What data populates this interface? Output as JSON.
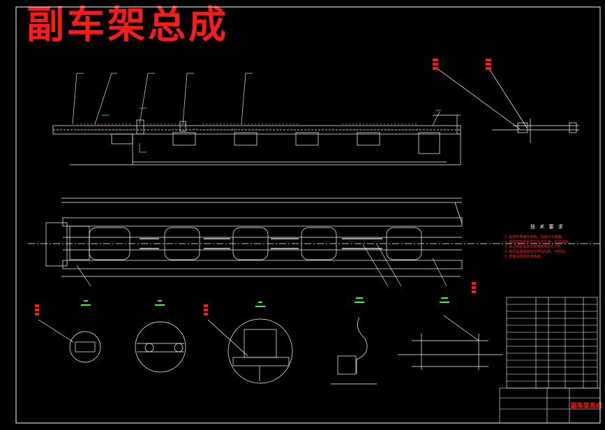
{
  "title": "副车架总成",
  "tech_requirements": {
    "title": "技 术 要 求",
    "notes": [
      "1. 焊接件表面无毛刺，焊缝均匀饱满；",
      "2. 装配前所有零件应清洗干净，去除油污；",
      "3. 未注明的焊缝高度按板厚的0.7倍；",
      "4. 装配后各连接处应牢固可靠，无松动；",
      "5. 表面涂防锈底漆两遍。"
    ]
  },
  "title_block": {
    "drawing_name": "副车架总成"
  },
  "colors": {
    "background": "#000000",
    "lines": "#ffffff",
    "accent_red": "#ff1a1a",
    "accent_green": "#33ff33"
  }
}
